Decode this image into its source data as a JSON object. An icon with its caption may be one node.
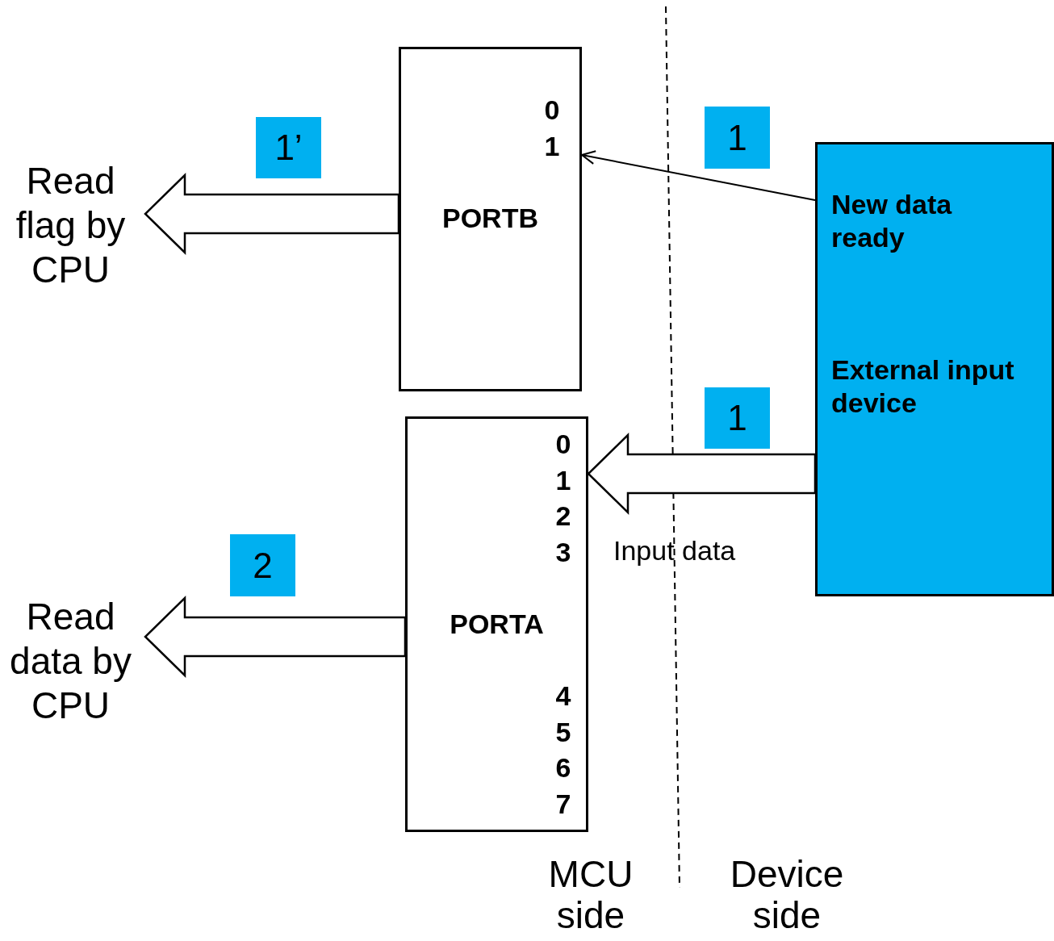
{
  "diagram": {
    "nodes": [
      {
        "text": [
          "0",
          "1",
          "PORTB"
        ]
      },
      {
        "text": [
          "0",
          "1",
          "2",
          "3",
          "PORTA",
          "4",
          "5",
          "6",
          "7"
        ]
      },
      {
        "text": [
          "New data ready",
          "External input device"
        ]
      },
      {
        "text": [
          "Read flag by CPU"
        ]
      },
      {
        "text": [
          "Read data by CPU"
        ]
      }
    ],
    "edges": [
      {
        "from": 2,
        "to": 0,
        "arrow": "to",
        "label": "1"
      },
      {
        "from": 0,
        "to": 3,
        "arrow": "to",
        "style": "thick",
        "label": "1’"
      },
      {
        "from": 2,
        "to": 1,
        "arrow": "to",
        "style": "thick",
        "label": "1"
      },
      {
        "from": 1,
        "to": 4,
        "arrow": "to",
        "style": "thick",
        "label": "2"
      }
    ],
    "labels": [
      "Input data",
      "MCU side",
      "Device side"
    ]
  }
}
